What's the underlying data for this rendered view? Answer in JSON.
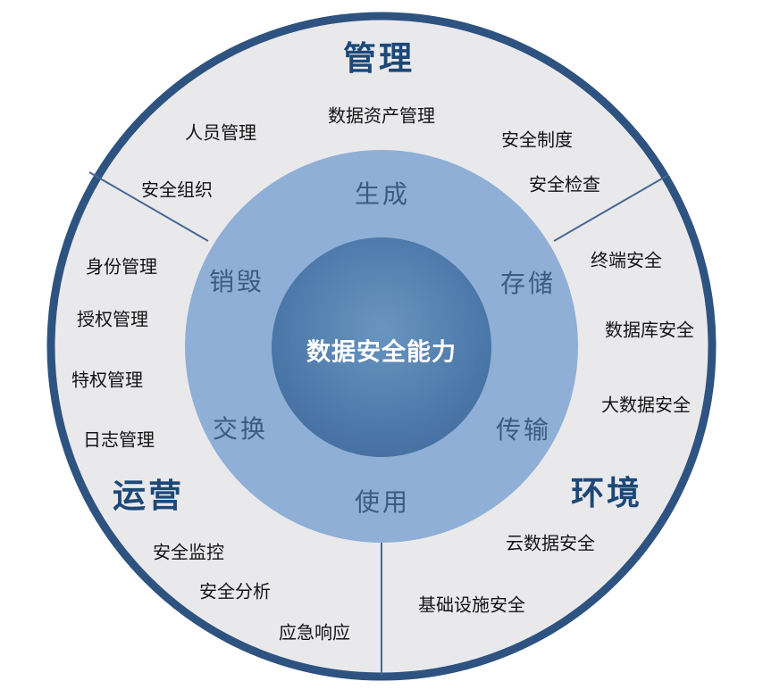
{
  "diagram": {
    "title": "数据安全能力",
    "center_label": "数据安全能力",
    "colors": {
      "outer_border": "#2e5380",
      "outer_ring_fill": "#e9e9ec",
      "middle_ring_fill": "#8fafd6",
      "inner_circle_fill": "#4a78ab",
      "divider_line": "#466892",
      "sector_label_color": "#1d4877",
      "lifecycle_label_color": "#3a5c82",
      "item_label_color": "#141414",
      "center_label_color": "#ffffff"
    },
    "sector_labels": {
      "management": "管理",
      "operations": "运营",
      "environment": "环境"
    },
    "lifecycle_labels": {
      "generate": "生成",
      "store": "存储",
      "transmit": "传输",
      "use": "使用",
      "exchange": "交换",
      "destroy": "销毁"
    },
    "items": {
      "management": {
        "personnel": "人员管理",
        "data_asset": "数据资产管理",
        "security_policy": "安全制度",
        "security_org": "安全组织",
        "security_inspection": "安全检查"
      },
      "operations": {
        "identity": "身份管理",
        "authorization": "授权管理",
        "privilege": "特权管理",
        "log": "日志管理",
        "monitoring": "安全监控",
        "analysis": "安全分析",
        "incident_response": "应急响应"
      },
      "environment": {
        "terminal": "终端安全",
        "database": "数据库安全",
        "bigdata": "大数据安全",
        "cloud": "云数据安全",
        "infrastructure": "基础设施安全"
      }
    }
  }
}
